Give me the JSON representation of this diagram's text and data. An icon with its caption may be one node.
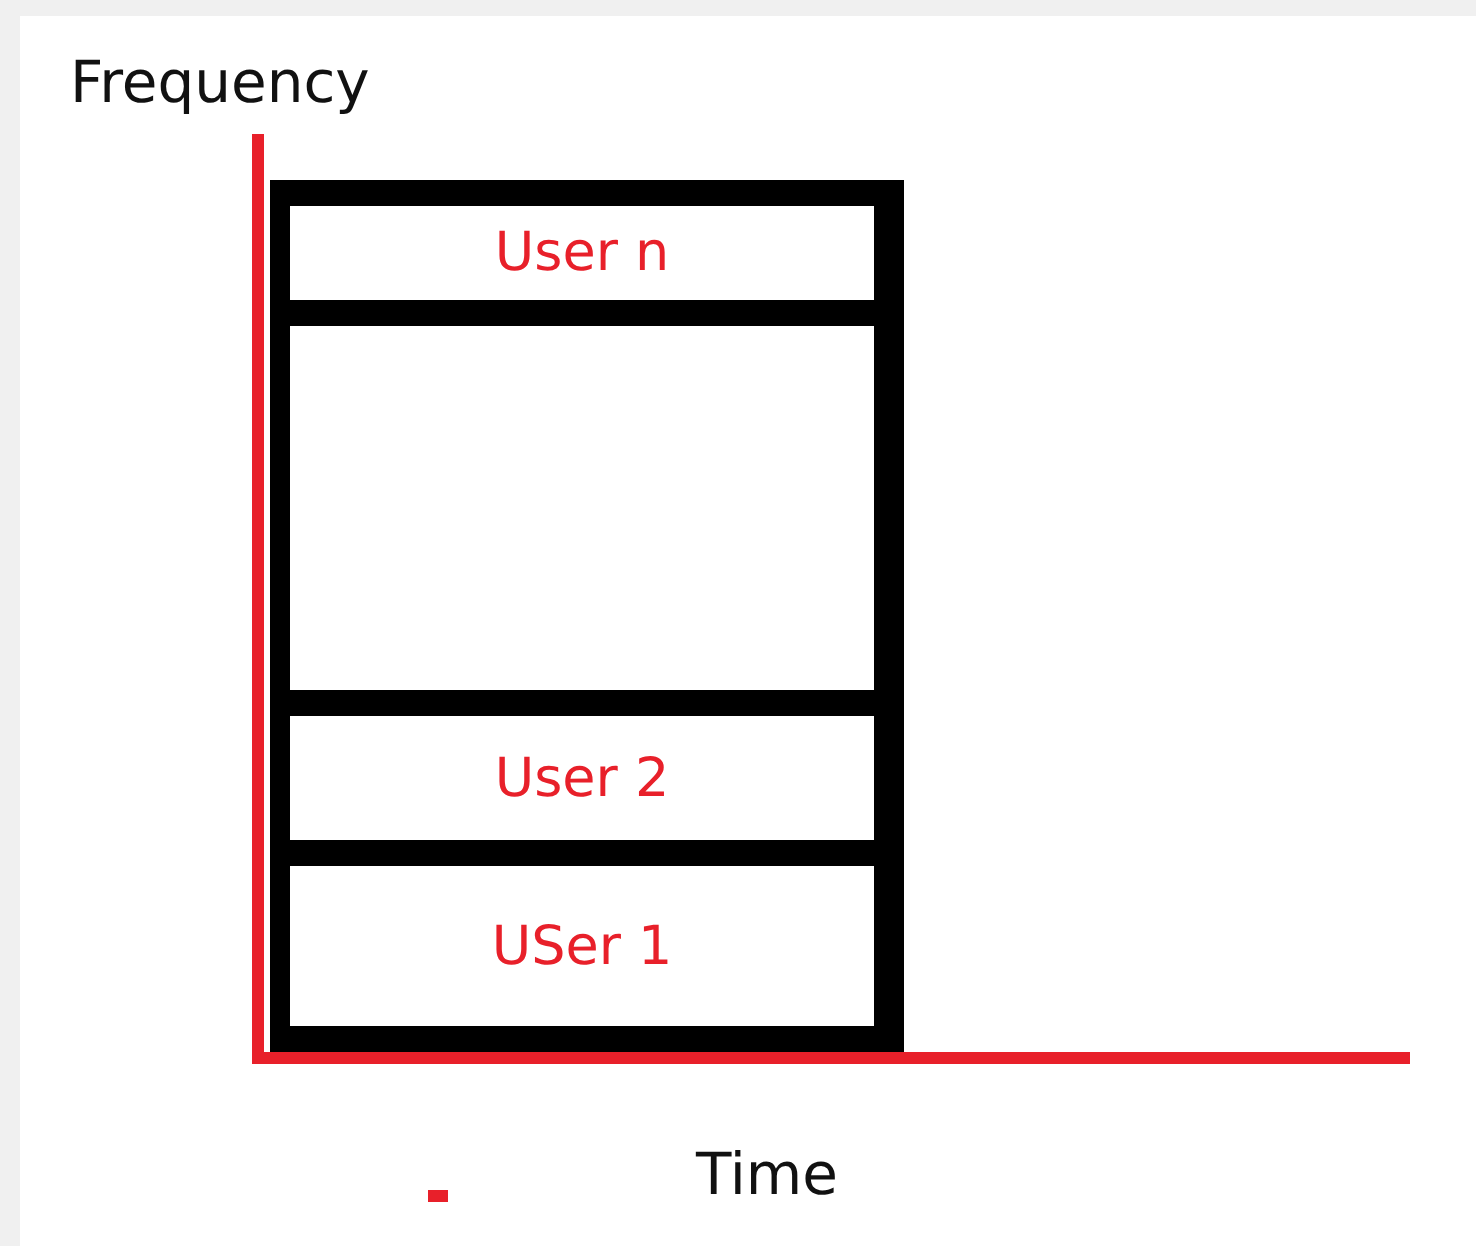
{
  "diagram": {
    "nodes": [
      {
        "text": [],
        "shape": "box"
      },
      {
        "text": [
          "User n"
        ],
        "in": 0
      },
      {
        "text": [],
        "shape": "box",
        "in": 0
      },
      {
        "text": [
          "User 2"
        ],
        "in": 0
      },
      {
        "text": [
          "USer 1"
        ],
        "in": 0
      }
    ],
    "edges": [],
    "labels": [
      "Frequency",
      "Time"
    ]
  }
}
